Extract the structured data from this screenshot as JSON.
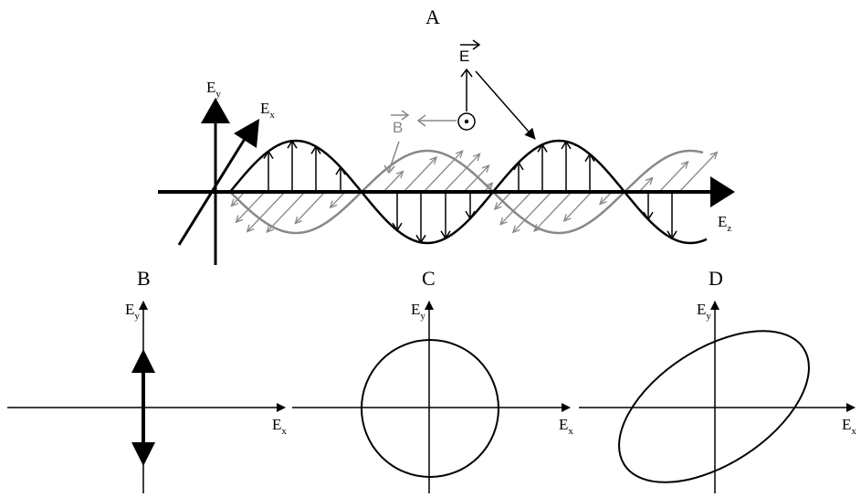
{
  "panels": {
    "A": {
      "label": "A",
      "axes": {
        "y": {
          "main": "E",
          "sub": "y"
        },
        "x": {
          "main": "E",
          "sub": "x"
        },
        "z": {
          "main": "E",
          "sub": "z"
        }
      },
      "e_vector_label": "E",
      "b_vector_label": "B",
      "colors": {
        "electric": "#000000",
        "magnetic": "#888888"
      }
    },
    "B": {
      "label": "B",
      "axes": {
        "y": {
          "main": "E",
          "sub": "y"
        },
        "x": {
          "main": "E",
          "sub": "x"
        }
      }
    },
    "C": {
      "label": "C",
      "axes": {
        "y": {
          "main": "E",
          "sub": "y"
        },
        "x": {
          "main": "E",
          "sub": "x"
        }
      }
    },
    "D": {
      "label": "D",
      "axes": {
        "y": {
          "main": "E",
          "sub": "y"
        },
        "x": {
          "main": "E",
          "sub": "x"
        }
      }
    }
  }
}
